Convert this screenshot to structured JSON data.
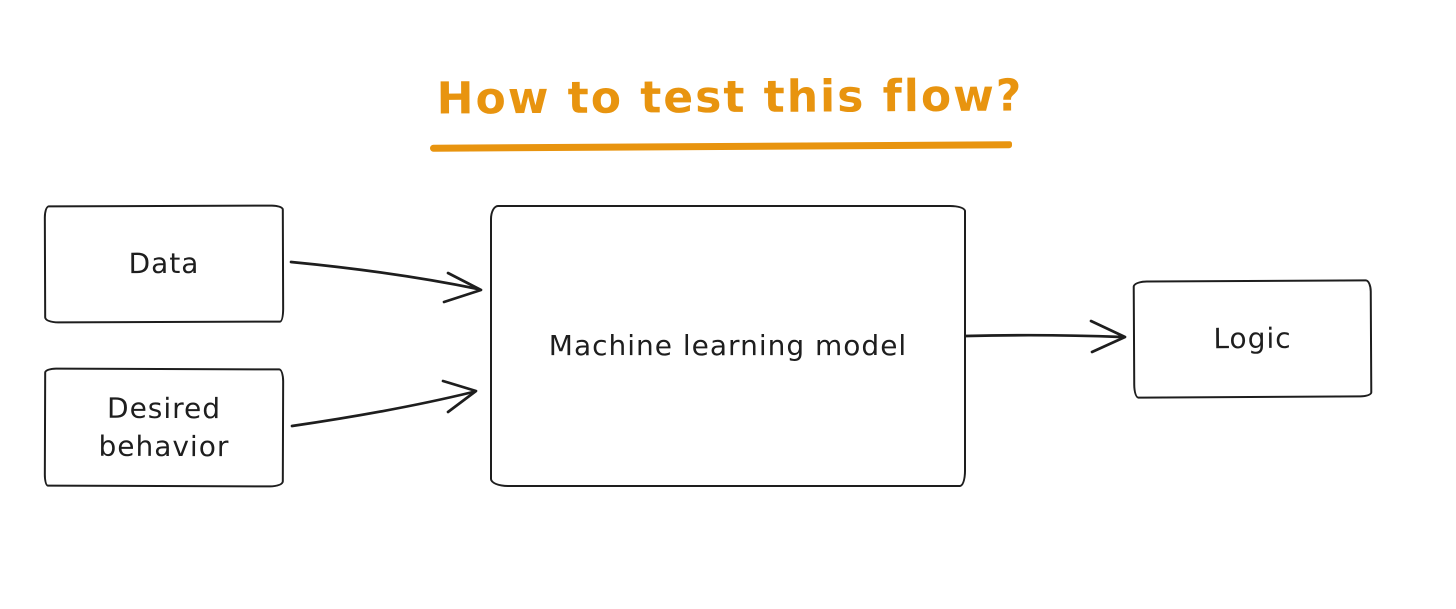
{
  "title": {
    "text": "How to test this flow?"
  },
  "colors": {
    "accent": "#e8940f",
    "ink": "#1e1e1e",
    "background": "#ffffff"
  },
  "nodes": [
    {
      "id": "data",
      "label": "Data"
    },
    {
      "id": "desired-behavior",
      "label": "Desired behavior"
    },
    {
      "id": "ml-model",
      "label": "Machine learning model"
    },
    {
      "id": "logic",
      "label": "Logic"
    }
  ],
  "edges": [
    {
      "from": "data",
      "to": "ml-model"
    },
    {
      "from": "desired-behavior",
      "to": "ml-model"
    },
    {
      "from": "ml-model",
      "to": "logic"
    }
  ]
}
